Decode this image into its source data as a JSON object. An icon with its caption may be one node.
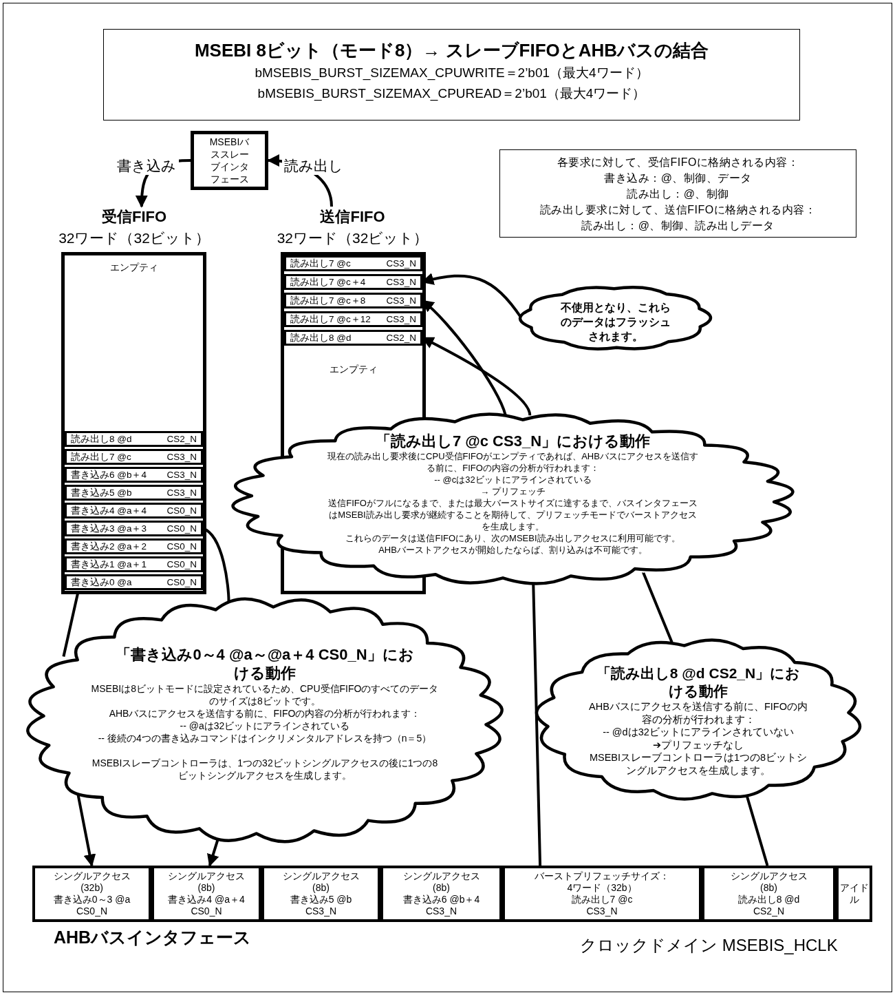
{
  "diagram": {
    "title": "MSEBI 8ビット（モード8）→ スレーブFIFOとAHBバスの結合",
    "nodes": [
      {
        "text": [
          "MSEBIバススレーブインタフェース"
        ]
      },
      {
        "text": [
          "受信FIFO",
          "32ワード（32ビット）",
          "エンプティ"
        ]
      },
      {
        "text": [
          "読み出し8 @d",
          "CS2_N"
        ],
        "in": 1
      },
      {
        "text": [
          "読み出し7 @c",
          "CS3_N"
        ],
        "in": 1
      },
      {
        "text": [
          "書き込み6 @b＋4",
          "CS3_N"
        ],
        "in": 1
      },
      {
        "text": [
          "書き込み5 @b",
          "CS3_N"
        ],
        "in": 1
      },
      {
        "text": [
          "書き込み4 @a＋4",
          "CS0_N"
        ],
        "in": 1
      },
      {
        "text": [
          "書き込み3 @a＋3",
          "CS0_N"
        ],
        "in": 1
      },
      {
        "text": [
          "書き込み2 @a＋2",
          "CS0_N"
        ],
        "in": 1
      },
      {
        "text": [
          "書き込み1 @a＋1",
          "CS0_N"
        ],
        "in": 1
      },
      {
        "text": [
          "書き込み0 @a",
          "CS0_N"
        ],
        "in": 1
      },
      {
        "text": [
          "送信FIFO",
          "32ワード（32ビット）",
          "エンプティ"
        ]
      },
      {
        "text": [
          "読み出し7 @c",
          "CS3_N"
        ],
        "in": 11
      },
      {
        "text": [
          "読み出し7 @c＋4",
          "CS3_N"
        ],
        "in": 11
      },
      {
        "text": [
          "読み出し7 @c＋8",
          "CS3_N"
        ],
        "in": 11
      },
      {
        "text": [
          "読み出し7 @c＋12",
          "CS3_N"
        ],
        "in": 11
      },
      {
        "text": [
          "読み出し8 @d",
          "CS2_N"
        ],
        "in": 11
      },
      {
        "text": [
          "各要求に対して、受信FIFOに格納される内容：",
          "書き込み：@、制御、データ",
          "読み出し：@、制御",
          "読み出し要求に対して、送信FIFOに格納される内容：",
          "読み出し：@、制御、読み出しデータ"
        ]
      },
      {
        "text": [
          "不使用となり、これらのデータはフラッシュされます。"
        ]
      },
      {
        "text": [
          "「読み出し7 @c CS3_N」における動作",
          "現在の読み出し要求後にCPU受信FIFOがエンプティであれば、AHBバスにアクセスを送信する前に、FIFOの内容の分析が行われます：",
          "-- @cは32ビットにアラインされている",
          "→ プリフェッチ",
          "送信FIFOがフルになるまで、または最大バーストサイズに達するまで、バスインタフェースはMSEBI読み出し要求が継続することを期待して、プリフェッチモードでバーストアクセスを生成します。",
          "これらのデータは送信FIFOにあり、次のMSEBI読み出しアクセスに利用可能です。",
          "AHBバーストアクセスが開始したならば、割り込みは不可能です。"
        ]
      },
      {
        "text": [
          "「書き込み0～4 @a～@a＋4 CS0_N」における動作",
          "MSEBIは8ビットモードに設定されているため、CPU受信FIFOのすべてのデータのサイズは8ビットです。",
          "AHBバスにアクセスを送信する前に、FIFOの内容の分析が行われます：",
          "-- @aは32ビットにアラインされている",
          "-- 後続の4つの書き込みコマンドはインクリメンタルアドレスを持つ（n＝5）",
          "MSEBIスレーブコントローラは、1つの32ビットシングルアクセスの後に1つの8ビットシングルアクセスを生成します。"
        ]
      },
      {
        "text": [
          "「読み出し8 @d CS2_N」における動作",
          "AHBバスにアクセスを送信する前に、FIFOの内容の分析が行われます：",
          "-- @dは32ビットにアラインされていない",
          "➔プリフェッチなし",
          "MSEBIスレーブコントローラは1つの8ビットシングルアクセスを生成します。"
        ]
      },
      {
        "text": [
          "シングルアクセス",
          "(32b)",
          "書き込み0～3 @a",
          "CS0_N"
        ]
      },
      {
        "text": [
          "シングルアクセス",
          "(8b)",
          "書き込み4 @a＋4",
          "CS0_N"
        ]
      },
      {
        "text": [
          "シングルアクセス",
          "(8b)",
          "書き込み5 @b",
          "CS3_N"
        ]
      },
      {
        "text": [
          "シングルアクセス",
          "(8b)",
          "書き込み6 @b＋4",
          "CS3_N"
        ]
      },
      {
        "text": [
          "バーストプリフェッチサイズ：",
          "4ワード（32b）",
          "読み出し7 @c",
          "CS3_N"
        ]
      },
      {
        "text": [
          "シングルアクセス",
          "(8b)",
          "読み出し8 @d",
          "CS2_N"
        ]
      },
      {
        "text": [
          "アイドル"
        ]
      }
    ],
    "edges": [
      {
        "from": 0,
        "to": 1,
        "arrow": "to",
        "label": "書き込み"
      },
      {
        "from": 11,
        "to": 0,
        "arrow": "to",
        "label": "読み出し"
      },
      {
        "from": 18,
        "to": 13,
        "arrow": "to"
      },
      {
        "from": 19,
        "to": 14,
        "arrow": "to"
      },
      {
        "from": 19,
        "to": 26,
        "arrow": "none"
      },
      {
        "from": 19,
        "to": 16,
        "arrow": "to"
      },
      {
        "from": 21,
        "to": 19,
        "arrow": "none"
      },
      {
        "from": 21,
        "to": 27,
        "arrow": "none"
      },
      {
        "from": 10,
        "to": 20,
        "arrow": "none"
      },
      {
        "from": 20,
        "to": 22,
        "arrow": "to"
      },
      {
        "from": 7,
        "to": 20,
        "arrow": "none"
      },
      {
        "from": 20,
        "to": 23,
        "arrow": "to"
      }
    ],
    "labels": [
      "bMSEBIS_BURST_SIZEMAX_CPUWRITE＝2’b01（最大4ワード）",
      "bMSEBIS_BURST_SIZEMAX_CPUREAD＝2’b01（最大4ワード）",
      "AHBバスインタフェース",
      "クロックドメイン MSEBIS_HCLK"
    ]
  }
}
